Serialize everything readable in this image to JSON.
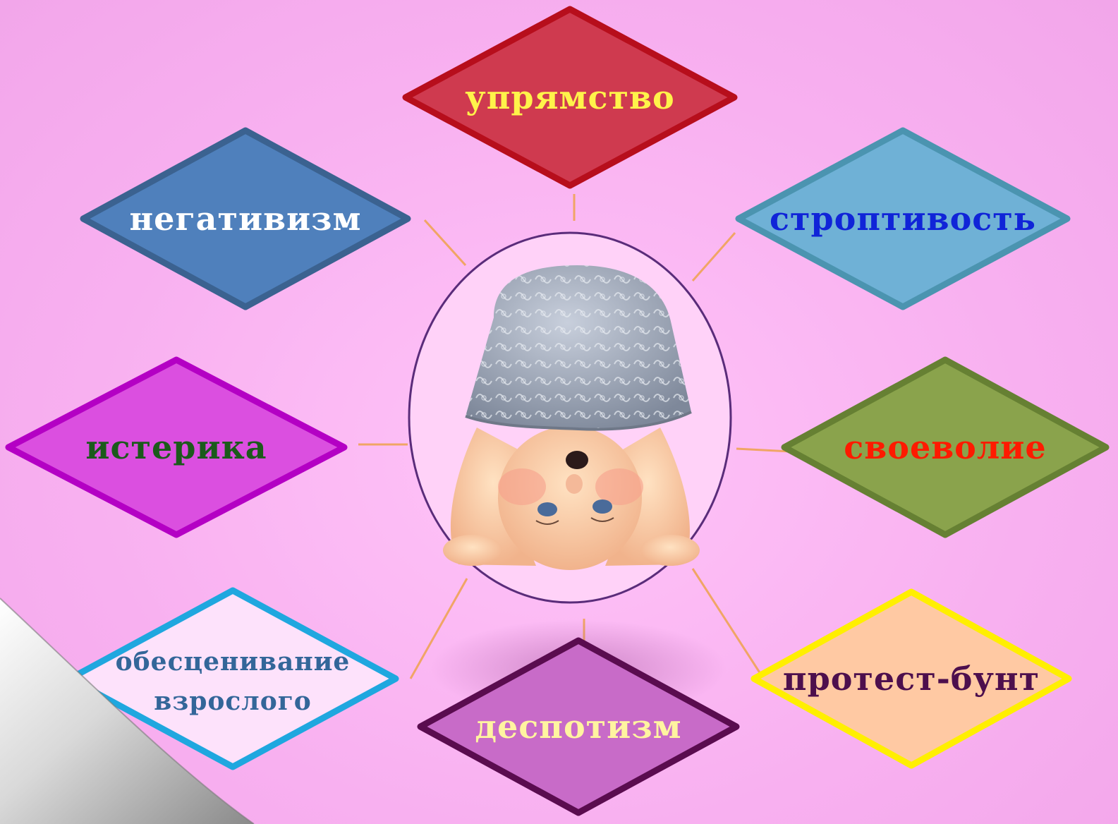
{
  "diagram": {
    "center": {
      "image": "upside-down-child"
    },
    "items": [
      {
        "id": "upryamstvo",
        "lines": [
          "упрямство"
        ],
        "fill": "#cf3a4f",
        "stroke": "#b70e1c",
        "text_color": "#fff34a"
      },
      {
        "id": "negativizm",
        "lines": [
          "негативизм"
        ],
        "fill": "#4f80bc",
        "stroke": "#3b6290",
        "text_color": "#ffffff"
      },
      {
        "id": "stroptivost",
        "lines": [
          "строптивость"
        ],
        "fill": "#6fb1d6",
        "stroke": "#4b94b0",
        "text_color": "#1024d8"
      },
      {
        "id": "isterika",
        "lines": [
          "истерика"
        ],
        "fill": "#db4fe0",
        "stroke": "#b400c4",
        "text_color": "#1b5a1b"
      },
      {
        "id": "svoevolie",
        "lines": [
          "своеволие"
        ],
        "fill": "#8aa34c",
        "stroke": "#668033",
        "text_color": "#ff1a00"
      },
      {
        "id": "obescenivanie",
        "lines": [
          "обесценивание",
          "взрослого"
        ],
        "fill": "#fde2fb",
        "stroke": "#1fa7df",
        "text_color": "#336699"
      },
      {
        "id": "despotizm",
        "lines": [
          "деспотизм"
        ],
        "fill": "#c86bc8",
        "stroke": "#5a0c4f",
        "text_color": "#fff4a0"
      },
      {
        "id": "protest",
        "lines": [
          "протест-бунт"
        ],
        "fill": "#ffc9a3",
        "stroke": "#ffef00",
        "text_color": "#4d0f4d"
      }
    ]
  }
}
